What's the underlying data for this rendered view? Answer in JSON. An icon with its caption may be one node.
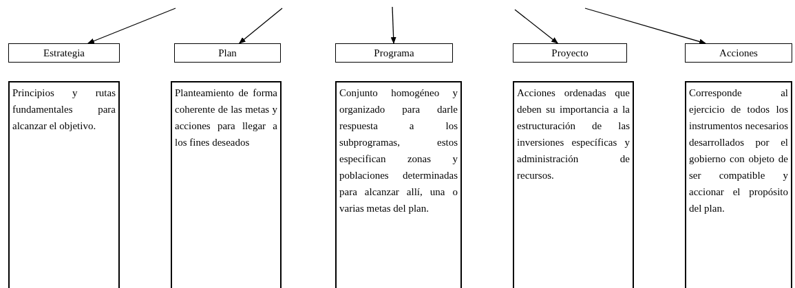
{
  "diagram": {
    "nodes": [
      {
        "text": [
          "Estrategia"
        ]
      },
      {
        "text": [
          "Plan"
        ]
      },
      {
        "text": [
          "Programa"
        ]
      },
      {
        "text": [
          "Proyecto"
        ]
      },
      {
        "text": [
          "Acciones"
        ]
      },
      {
        "text": [
          "Principios y rutas fundamentales para alcanzar el objetivo."
        ]
      },
      {
        "text": [
          "Planteamiento de forma coherente de las metas y acciones para llegar a los fines deseados"
        ]
      },
      {
        "text": [
          "Conjunto homogéneo y organizado para darle respuesta a los subprogramas, estos especifican zonas y poblaciones determinadas para alcanzar allí, una o varias metas del plan."
        ]
      },
      {
        "text": [
          "Acciones ordenadas que deben su importancia a la estructuración de las inversiones específicas y administración de recursos."
        ]
      },
      {
        "text": [
          "Corresponde al ejercicio de todos los instrumentos necesarios desarrollados por el gobierno con objeto de ser compatible y accionar el propósito del plan."
        ]
      }
    ],
    "edges": [
      {
        "from": null,
        "to": 0,
        "arrow": "to"
      },
      {
        "from": null,
        "to": 1,
        "arrow": "to"
      },
      {
        "from": null,
        "to": 2,
        "arrow": "to"
      },
      {
        "from": null,
        "to": 3,
        "arrow": "to"
      },
      {
        "from": null,
        "to": 4,
        "arrow": "to"
      }
    ]
  }
}
